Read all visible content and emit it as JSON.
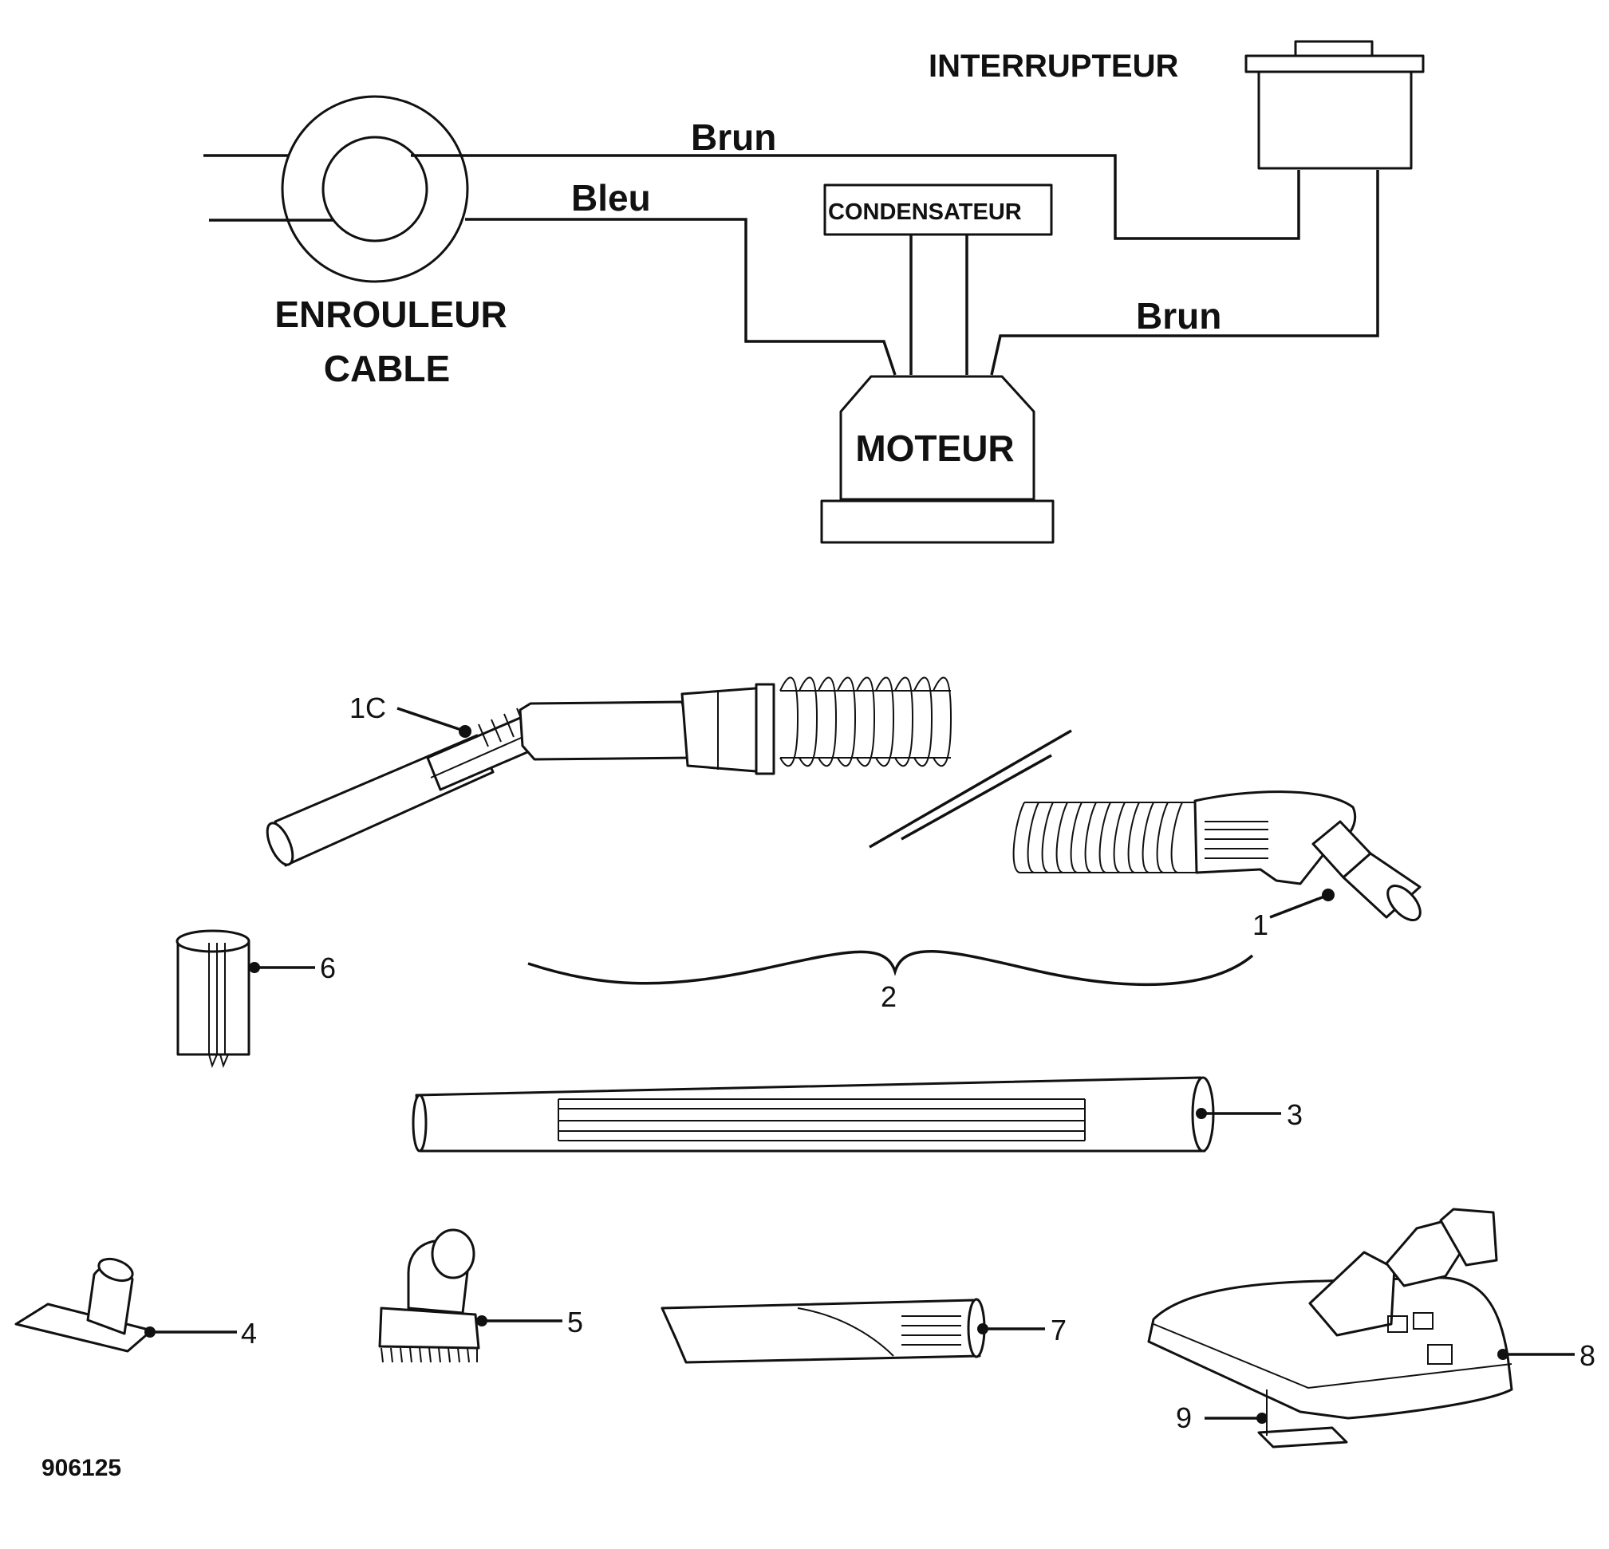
{
  "wiring": {
    "switch_label": "INTERRUPTEUR",
    "wire_brown_top": "Brun",
    "wire_blue": "Bleu",
    "capacitor_label": "CONDENSATEUR",
    "wire_brown_right": "Brun",
    "cable_reel_line1": "ENROULEUR",
    "cable_reel_line2": "CABLE",
    "motor_label": "MOTEUR"
  },
  "parts": {
    "callouts": [
      "1C",
      "1",
      "2",
      "3",
      "4",
      "5",
      "6",
      "7",
      "8",
      "9"
    ]
  },
  "drawing_code": "906125",
  "colors": {
    "ink": "#111111",
    "paper": "#ffffff"
  }
}
